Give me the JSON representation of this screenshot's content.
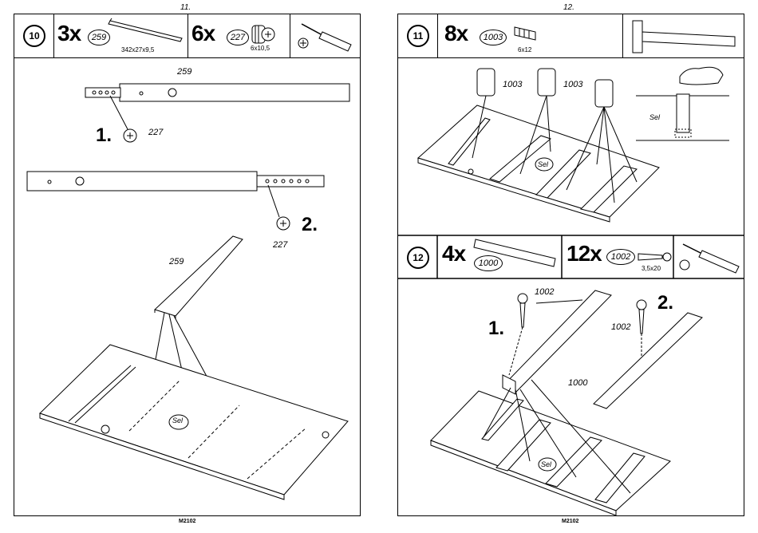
{
  "left_page": {
    "page_number": "11.",
    "step": "10",
    "parts": [
      {
        "qty": "3x",
        "code": "259",
        "dim": "342x27x9,5"
      },
      {
        "qty": "6x",
        "code": "227",
        "dim": "6x10,5"
      }
    ],
    "labels": {
      "top_rail": "259",
      "screw1": "227",
      "screw2": "227",
      "rail_drop": "259",
      "sel": "Sel"
    },
    "substeps": [
      "1.",
      "2."
    ],
    "footer": "M2102"
  },
  "right_page": {
    "page_number": "12.",
    "step11": "11",
    "step11_part": {
      "qty": "8x",
      "code": "1003",
      "dim": "6x12"
    },
    "labels11": {
      "dowel_a": "1003",
      "dowel_b": "1003",
      "sel": "Sel",
      "sel_detail": "Sel"
    },
    "step12": "12",
    "step12_parts": [
      {
        "qty": "4x",
        "code": "1000",
        "dim": ""
      },
      {
        "qty": "12x",
        "code": "1002",
        "dim": "3,5x20"
      }
    ],
    "labels12": {
      "screw_a": "1002",
      "screw_b": "1002",
      "slide": "1000",
      "sel": "Sel"
    },
    "substeps": [
      "1.",
      "2."
    ],
    "footer": "M2102"
  }
}
